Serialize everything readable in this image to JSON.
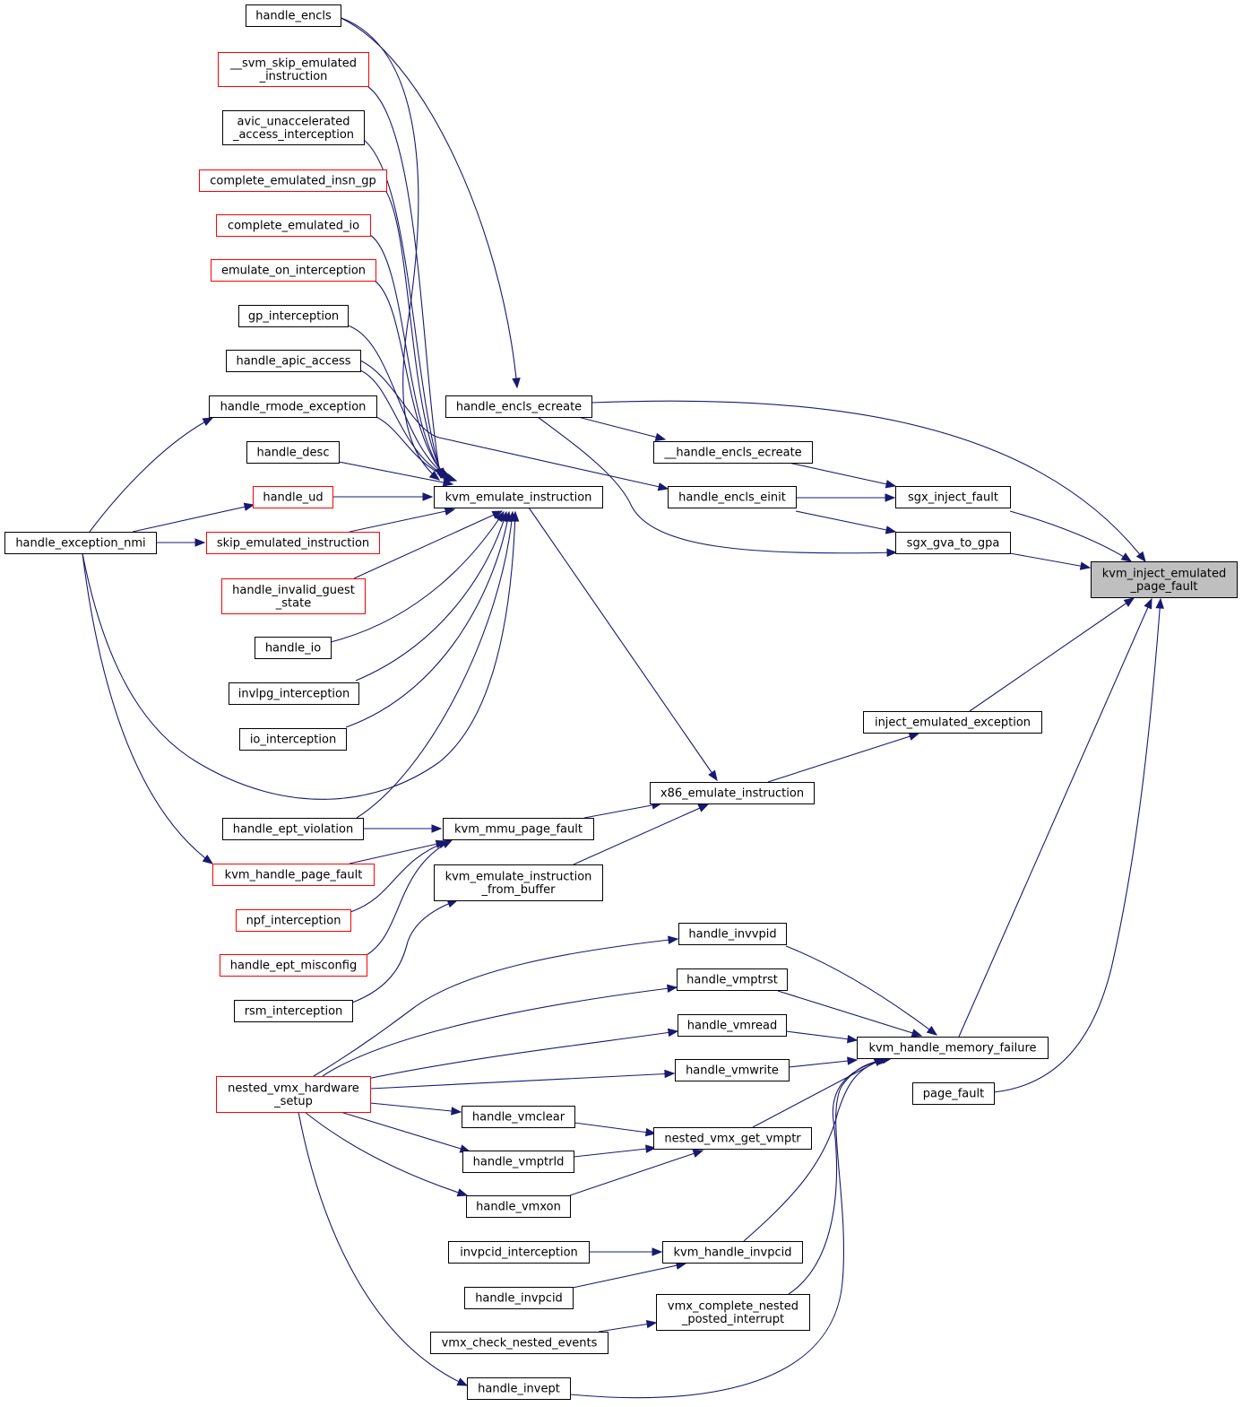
{
  "colors": {
    "edge": "#191970",
    "border_normal": "#000000",
    "border_truncated": "#ff0000",
    "fill_normal": "#ffffff",
    "fill_focus": "#bfbfbf"
  },
  "nodes": [
    {
      "id": "handle_encls",
      "lines": [
        "handle_encls"
      ],
      "style": "normal"
    },
    {
      "id": "svm_skip",
      "lines": [
        "__svm_skip_emulated",
        "_instruction"
      ],
      "style": "truncated"
    },
    {
      "id": "avic_unaccel",
      "lines": [
        "avic_unaccelerated",
        "_access_interception"
      ],
      "style": "normal"
    },
    {
      "id": "complete_insn_gp",
      "lines": [
        "complete_emulated_insn_gp"
      ],
      "style": "truncated"
    },
    {
      "id": "complete_io",
      "lines": [
        "complete_emulated_io"
      ],
      "style": "truncated"
    },
    {
      "id": "emulate_on_int",
      "lines": [
        "emulate_on_interception"
      ],
      "style": "truncated"
    },
    {
      "id": "gp_interception",
      "lines": [
        "gp_interception"
      ],
      "style": "normal"
    },
    {
      "id": "handle_apic_access",
      "lines": [
        "handle_apic_access"
      ],
      "style": "normal"
    },
    {
      "id": "handle_rmode_exc",
      "lines": [
        "handle_rmode_exception"
      ],
      "style": "normal"
    },
    {
      "id": "handle_desc",
      "lines": [
        "handle_desc"
      ],
      "style": "normal"
    },
    {
      "id": "handle_ud",
      "lines": [
        "handle_ud"
      ],
      "style": "truncated"
    },
    {
      "id": "skip_emulated",
      "lines": [
        "skip_emulated_instruction"
      ],
      "style": "truncated"
    },
    {
      "id": "handle_invalid_guest",
      "lines": [
        "handle_invalid_guest",
        "_state"
      ],
      "style": "truncated"
    },
    {
      "id": "handle_io",
      "lines": [
        "handle_io"
      ],
      "style": "normal"
    },
    {
      "id": "invlpg_int",
      "lines": [
        "invlpg_interception"
      ],
      "style": "normal"
    },
    {
      "id": "io_int",
      "lines": [
        "io_interception"
      ],
      "style": "normal"
    },
    {
      "id": "handle_ept_violation",
      "lines": [
        "handle_ept_violation"
      ],
      "style": "normal"
    },
    {
      "id": "kvm_handle_page_fault",
      "lines": [
        "kvm_handle_page_fault"
      ],
      "style": "truncated"
    },
    {
      "id": "npf_int",
      "lines": [
        "npf_interception"
      ],
      "style": "truncated"
    },
    {
      "id": "handle_ept_misconfig",
      "lines": [
        "handle_ept_misconfig"
      ],
      "style": "truncated"
    },
    {
      "id": "rsm_int",
      "lines": [
        "rsm_interception"
      ],
      "style": "normal"
    },
    {
      "id": "nested_vmx_setup",
      "lines": [
        "nested_vmx_hardware",
        "_setup"
      ],
      "style": "truncated"
    },
    {
      "id": "handle_exception_nmi",
      "lines": [
        "handle_exception_nmi"
      ],
      "style": "normal"
    },
    {
      "id": "handle_encls_ecreate",
      "lines": [
        "handle_encls_ecreate"
      ],
      "style": "normal"
    },
    {
      "id": "kvm_emulate_instruction",
      "lines": [
        "kvm_emulate_instruction"
      ],
      "style": "normal"
    },
    {
      "id": "kvm_mmu_page_fault",
      "lines": [
        "kvm_mmu_page_fault"
      ],
      "style": "normal"
    },
    {
      "id": "kvm_emul_from_buf",
      "lines": [
        "kvm_emulate_instruction",
        "_from_buffer"
      ],
      "style": "normal"
    },
    {
      "id": "handle_vmclear",
      "lines": [
        "handle_vmclear"
      ],
      "style": "normal"
    },
    {
      "id": "handle_vmptrld",
      "lines": [
        "handle_vmptrld"
      ],
      "style": "normal"
    },
    {
      "id": "handle_vmxon",
      "lines": [
        "handle_vmxon"
      ],
      "style": "normal"
    },
    {
      "id": "invpcid_int",
      "lines": [
        "invpcid_interception"
      ],
      "style": "normal"
    },
    {
      "id": "handle_invpcid",
      "lines": [
        "handle_invpcid"
      ],
      "style": "normal"
    },
    {
      "id": "vmx_check_nested",
      "lines": [
        "vmx_check_nested_events"
      ],
      "style": "normal"
    },
    {
      "id": "handle_invept",
      "lines": [
        "handle_invept"
      ],
      "style": "normal"
    },
    {
      "id": "handle_encls_ecreate2",
      "lines": [
        "__handle_encls_ecreate"
      ],
      "style": "normal"
    },
    {
      "id": "handle_encls_einit",
      "lines": [
        "handle_encls_einit"
      ],
      "style": "normal"
    },
    {
      "id": "x86_emulate_instruction",
      "lines": [
        "x86_emulate_instruction"
      ],
      "style": "normal"
    },
    {
      "id": "handle_invvpid",
      "lines": [
        "handle_invvpid"
      ],
      "style": "normal"
    },
    {
      "id": "handle_vmptrst",
      "lines": [
        "handle_vmptrst"
      ],
      "style": "normal"
    },
    {
      "id": "handle_vmread",
      "lines": [
        "handle_vmread"
      ],
      "style": "normal"
    },
    {
      "id": "handle_vmwrite",
      "lines": [
        "handle_vmwrite"
      ],
      "style": "normal"
    },
    {
      "id": "nested_vmx_get_vmptr",
      "lines": [
        "nested_vmx_get_vmptr"
      ],
      "style": "normal"
    },
    {
      "id": "kvm_handle_invpcid",
      "lines": [
        "kvm_handle_invpcid"
      ],
      "style": "normal"
    },
    {
      "id": "vmx_complete_nested",
      "lines": [
        "vmx_complete_nested",
        "_posted_interrupt"
      ],
      "style": "normal"
    },
    {
      "id": "sgx_inject_fault",
      "lines": [
        "sgx_inject_fault"
      ],
      "style": "normal"
    },
    {
      "id": "sgx_gva_to_gpa",
      "lines": [
        "sgx_gva_to_gpa"
      ],
      "style": "normal"
    },
    {
      "id": "inject_emulated_exc",
      "lines": [
        "inject_emulated_exception"
      ],
      "style": "normal"
    },
    {
      "id": "kvm_handle_memory_failure",
      "lines": [
        "kvm_handle_memory_failure"
      ],
      "style": "normal"
    },
    {
      "id": "page_fault",
      "lines": [
        "page_fault"
      ],
      "style": "normal"
    },
    {
      "id": "kvm_inject_pf",
      "lines": [
        "kvm_inject_emulated",
        "_page_fault"
      ],
      "style": "focus"
    }
  ],
  "edges": [
    [
      "handle_encls",
      "kvm_emulate_instruction"
    ],
    [
      "handle_encls",
      "handle_encls_ecreate"
    ],
    [
      "svm_skip",
      "kvm_emulate_instruction"
    ],
    [
      "avic_unaccel",
      "kvm_emulate_instruction"
    ],
    [
      "complete_insn_gp",
      "kvm_emulate_instruction"
    ],
    [
      "complete_io",
      "kvm_emulate_instruction"
    ],
    [
      "emulate_on_int",
      "kvm_emulate_instruction"
    ],
    [
      "gp_interception",
      "kvm_emulate_instruction"
    ],
    [
      "handle_apic_access",
      "kvm_emulate_instruction"
    ],
    [
      "handle_rmode_exc",
      "kvm_emulate_instruction"
    ],
    [
      "handle_desc",
      "kvm_emulate_instruction"
    ],
    [
      "handle_ud",
      "kvm_emulate_instruction"
    ],
    [
      "skip_emulated",
      "kvm_emulate_instruction"
    ],
    [
      "handle_invalid_guest",
      "kvm_emulate_instruction"
    ],
    [
      "handle_io",
      "kvm_emulate_instruction"
    ],
    [
      "invlpg_int",
      "kvm_emulate_instruction"
    ],
    [
      "io_int",
      "kvm_emulate_instruction"
    ],
    [
      "handle_ept_violation",
      "kvm_emulate_instruction"
    ],
    [
      "handle_exception_nmi",
      "kvm_emulate_instruction"
    ],
    [
      "handle_exception_nmi",
      "handle_rmode_exc"
    ],
    [
      "handle_exception_nmi",
      "handle_ud"
    ],
    [
      "handle_exception_nmi",
      "skip_emulated"
    ],
    [
      "handle_exception_nmi",
      "kvm_handle_page_fault"
    ],
    [
      "handle_ept_violation",
      "kvm_mmu_page_fault"
    ],
    [
      "kvm_handle_page_fault",
      "kvm_mmu_page_fault"
    ],
    [
      "npf_int",
      "kvm_mmu_page_fault"
    ],
    [
      "handle_ept_misconfig",
      "kvm_mmu_page_fault"
    ],
    [
      "rsm_int",
      "kvm_emul_from_buf"
    ],
    [
      "kvm_emulate_instruction",
      "x86_emulate_instruction"
    ],
    [
      "kvm_mmu_page_fault",
      "x86_emulate_instruction"
    ],
    [
      "kvm_emul_from_buf",
      "x86_emulate_instruction"
    ],
    [
      "handle_encls_ecreate",
      "handle_encls_ecreate2"
    ],
    [
      "handle_encls_ecreate",
      "sgx_gva_to_gpa"
    ],
    [
      "handle_encls_ecreate",
      "kvm_inject_pf"
    ],
    [
      "handle_apic_access",
      "handle_encls_einit"
    ],
    [
      "handle_encls_ecreate2",
      "sgx_inject_fault"
    ],
    [
      "handle_encls_einit",
      "sgx_inject_fault"
    ],
    [
      "handle_encls_einit",
      "sgx_gva_to_gpa"
    ],
    [
      "sgx_inject_fault",
      "kvm_inject_pf"
    ],
    [
      "sgx_gva_to_gpa",
      "kvm_inject_pf"
    ],
    [
      "x86_emulate_instruction",
      "inject_emulated_exc"
    ],
    [
      "inject_emulated_exc",
      "kvm_inject_pf"
    ],
    [
      "nested_vmx_setup",
      "handle_invvpid"
    ],
    [
      "nested_vmx_setup",
      "handle_vmptrst"
    ],
    [
      "nested_vmx_setup",
      "handle_vmread"
    ],
    [
      "nested_vmx_setup",
      "handle_vmwrite"
    ],
    [
      "nested_vmx_setup",
      "handle_vmclear"
    ],
    [
      "nested_vmx_setup",
      "handle_vmptrld"
    ],
    [
      "nested_vmx_setup",
      "handle_vmxon"
    ],
    [
      "nested_vmx_setup",
      "handle_invept"
    ],
    [
      "handle_vmclear",
      "nested_vmx_get_vmptr"
    ],
    [
      "handle_vmptrld",
      "nested_vmx_get_vmptr"
    ],
    [
      "handle_vmxon",
      "nested_vmx_get_vmptr"
    ],
    [
      "invpcid_int",
      "kvm_handle_invpcid"
    ],
    [
      "handle_invpcid",
      "kvm_handle_invpcid"
    ],
    [
      "vmx_check_nested",
      "vmx_complete_nested"
    ],
    [
      "handle_invvpid",
      "kvm_handle_memory_failure"
    ],
    [
      "handle_vmptrst",
      "kvm_handle_memory_failure"
    ],
    [
      "handle_vmread",
      "kvm_handle_memory_failure"
    ],
    [
      "handle_vmwrite",
      "kvm_handle_memory_failure"
    ],
    [
      "nested_vmx_get_vmptr",
      "kvm_handle_memory_failure"
    ],
    [
      "kvm_handle_invpcid",
      "kvm_handle_memory_failure"
    ],
    [
      "vmx_complete_nested",
      "kvm_handle_memory_failure"
    ],
    [
      "handle_invept",
      "kvm_handle_memory_failure"
    ],
    [
      "kvm_handle_memory_failure",
      "kvm_inject_pf"
    ],
    [
      "page_fault",
      "kvm_inject_pf"
    ]
  ]
}
